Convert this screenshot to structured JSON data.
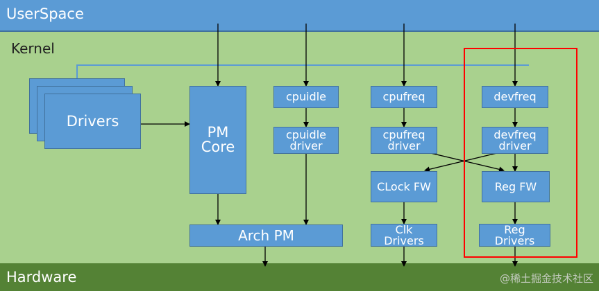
{
  "layers": {
    "userspace": "UserSpace",
    "kernel": "Kernel",
    "hardware": "Hardware"
  },
  "boxes": {
    "drivers": "Drivers",
    "pm_core": "PM\nCore",
    "cpuidle": "cpuidle",
    "cpuidle_driver": "cpuidle\ndriver",
    "cpufreq": "cpufreq",
    "cpufreq_driver": "cpufreq\ndriver",
    "clock_fw": "CLock FW",
    "clk_drivers": "Clk\nDrivers",
    "devfreq": "devfreq",
    "devfreq_driver": "devfreq\ndriver",
    "reg_fw": "Reg FW",
    "reg_drivers": "Reg\nDrivers",
    "arch_pm": "Arch PM"
  },
  "watermark": "@稀土掘金技术社区",
  "colors": {
    "userspace": "#5b9bd5",
    "kernel": "#a9d18e",
    "hardware": "#548235",
    "box": "#5b9bd5",
    "highlight": "#ff0000"
  }
}
